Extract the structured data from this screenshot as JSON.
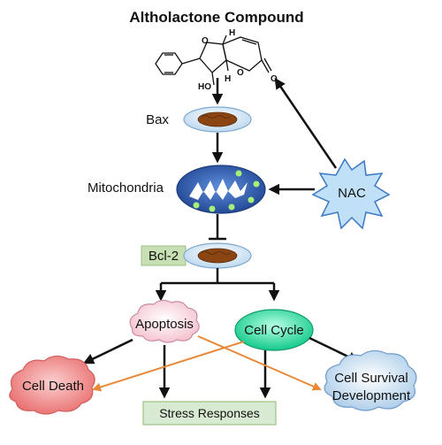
{
  "title": "Altholactone Compound",
  "molecule": {
    "atom_h_top": "H",
    "atom_h_bottom": "H",
    "atom_o_ring1": "O",
    "atom_o_ring2": "O",
    "atom_o_carbonyl": "O",
    "atom_ho": "HO"
  },
  "nodes": {
    "bax": "Bax",
    "mitochondria": "Mitochondria",
    "nac": "NAC",
    "bcl2": "Bcl-2",
    "apoptosis": "Apoptosis",
    "cell_cycle": "Cell Cycle",
    "cell_death": "Cell Death",
    "stress": "Stress Responses",
    "survival_line1": "Cell Survival",
    "survival_line2": "Development"
  },
  "colors": {
    "arrow": "#111111",
    "orange_arrow": "#e8893a",
    "protein": "#8b4513",
    "mito": "#2f5fb0",
    "cell_cycle": "#1fd99a",
    "apoptosis": "#f7d6df",
    "cell_death": "#f08080",
    "survival": "#cfe2f3",
    "stress_box": "#d9ead3",
    "bcl2_box": "#c6e0b4"
  }
}
